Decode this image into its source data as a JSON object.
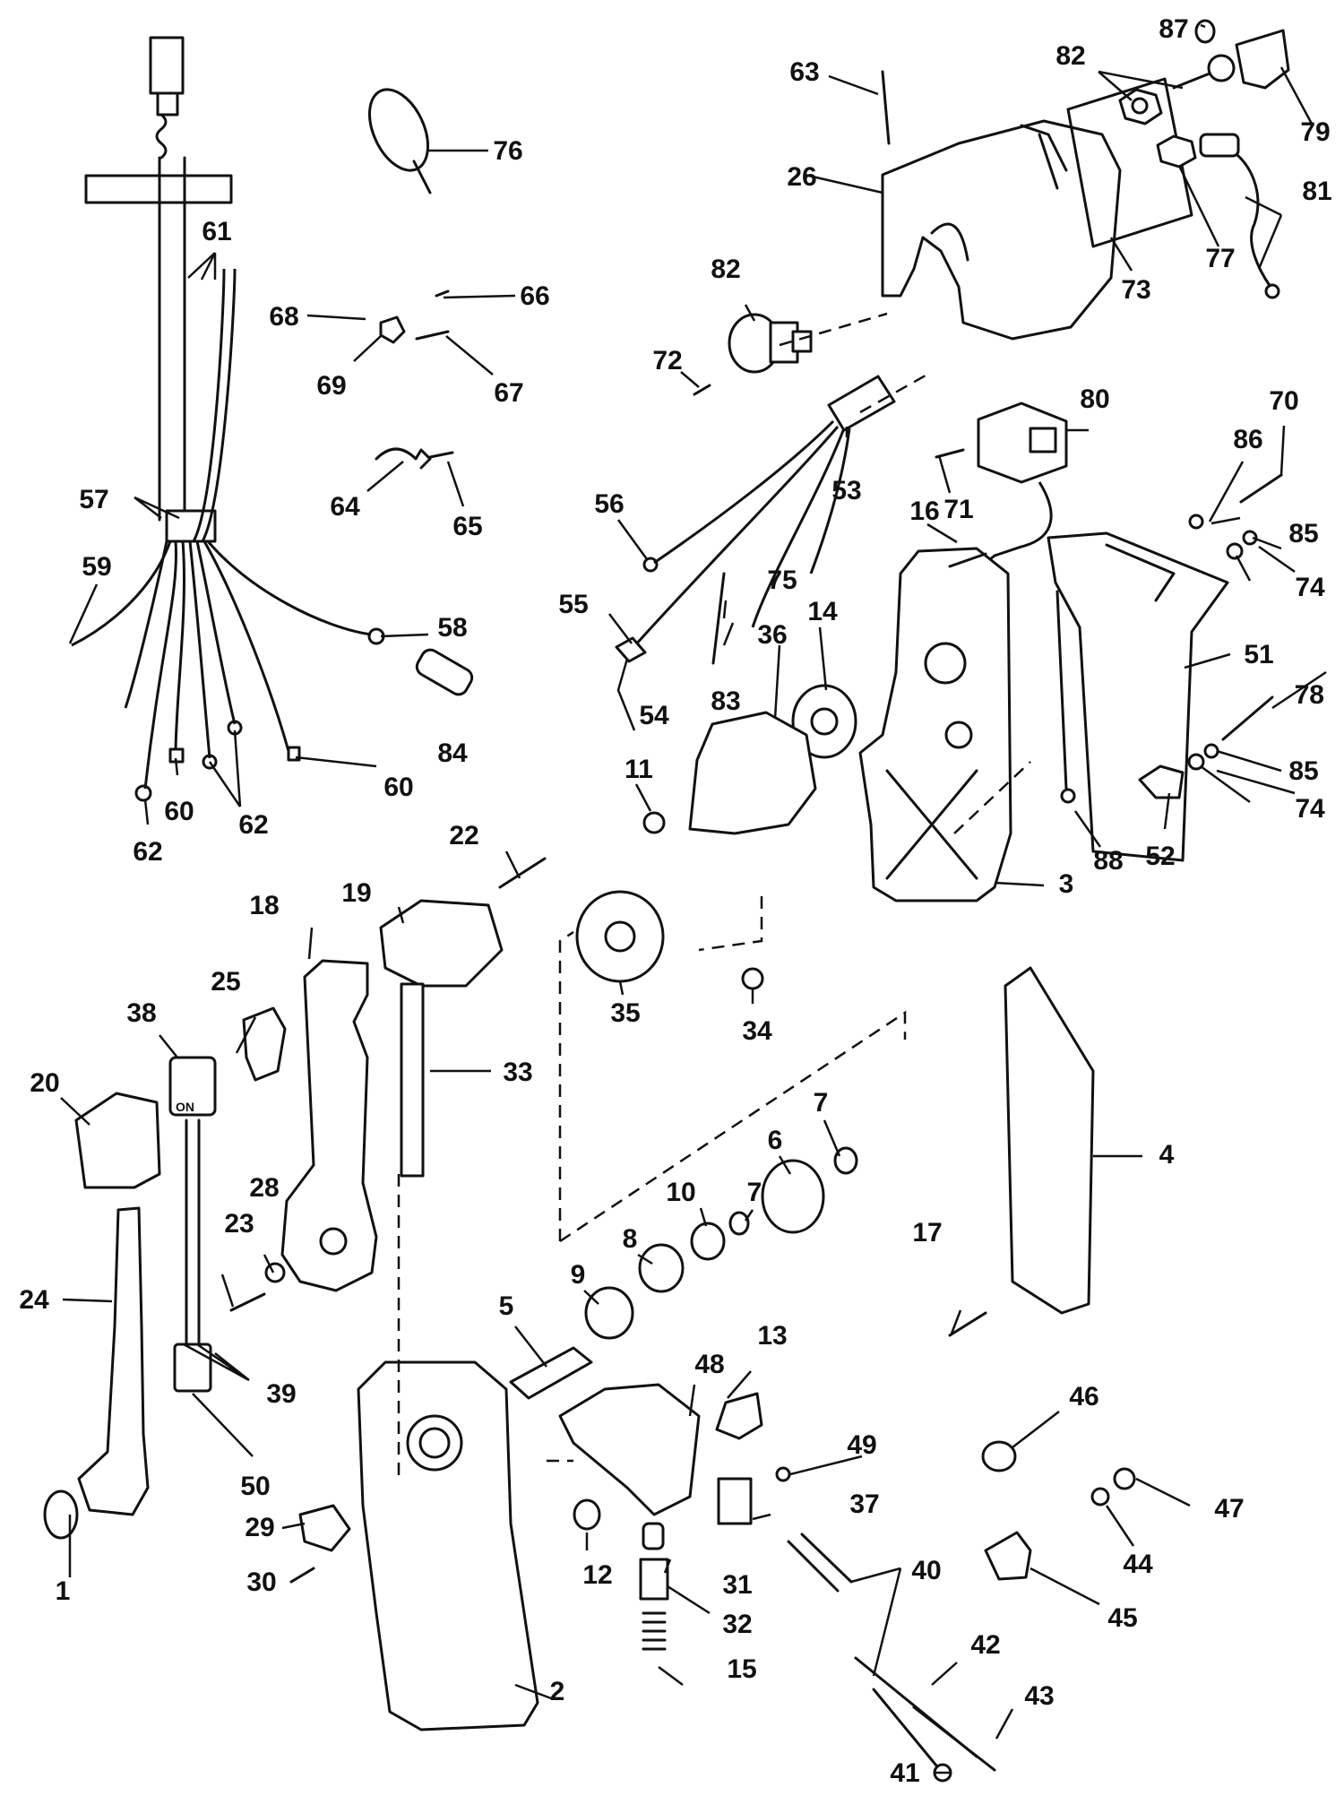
{
  "callouts": [
    {
      "id": "1",
      "text": "1"
    },
    {
      "id": "2",
      "text": "2"
    },
    {
      "id": "3",
      "text": "3"
    },
    {
      "id": "4",
      "text": "4"
    },
    {
      "id": "5",
      "text": "5"
    },
    {
      "id": "6",
      "text": "6"
    },
    {
      "id": "7a",
      "text": "7"
    },
    {
      "id": "7b",
      "text": "7"
    },
    {
      "id": "8",
      "text": "8"
    },
    {
      "id": "9",
      "text": "9"
    },
    {
      "id": "10",
      "text": "10"
    },
    {
      "id": "11",
      "text": "11"
    },
    {
      "id": "12",
      "text": "12"
    },
    {
      "id": "13",
      "text": "13"
    },
    {
      "id": "14",
      "text": "14"
    },
    {
      "id": "15",
      "text": "15"
    },
    {
      "id": "16",
      "text": "16"
    },
    {
      "id": "17",
      "text": "17"
    },
    {
      "id": "18",
      "text": "18"
    },
    {
      "id": "19",
      "text": "19"
    },
    {
      "id": "20",
      "text": "20"
    },
    {
      "id": "22",
      "text": "22"
    },
    {
      "id": "23",
      "text": "23"
    },
    {
      "id": "24",
      "text": "24"
    },
    {
      "id": "25",
      "text": "25"
    },
    {
      "id": "26",
      "text": "26"
    },
    {
      "id": "28",
      "text": "28"
    },
    {
      "id": "29",
      "text": "29"
    },
    {
      "id": "30",
      "text": "30"
    },
    {
      "id": "31",
      "text": "31"
    },
    {
      "id": "32",
      "text": "32"
    },
    {
      "id": "33",
      "text": "33"
    },
    {
      "id": "34",
      "text": "34"
    },
    {
      "id": "35",
      "text": "35"
    },
    {
      "id": "36",
      "text": "36"
    },
    {
      "id": "37",
      "text": "37"
    },
    {
      "id": "38",
      "text": "38"
    },
    {
      "id": "39",
      "text": "39"
    },
    {
      "id": "40",
      "text": "40"
    },
    {
      "id": "41",
      "text": "41"
    },
    {
      "id": "42",
      "text": "42"
    },
    {
      "id": "43",
      "text": "43"
    },
    {
      "id": "44",
      "text": "44"
    },
    {
      "id": "45",
      "text": "45"
    },
    {
      "id": "46",
      "text": "46"
    },
    {
      "id": "47",
      "text": "47"
    },
    {
      "id": "48",
      "text": "48"
    },
    {
      "id": "49",
      "text": "49"
    },
    {
      "id": "50",
      "text": "50"
    },
    {
      "id": "51",
      "text": "51"
    },
    {
      "id": "52",
      "text": "52"
    },
    {
      "id": "53",
      "text": "53"
    },
    {
      "id": "54",
      "text": "54"
    },
    {
      "id": "55",
      "text": "55"
    },
    {
      "id": "56",
      "text": "56"
    },
    {
      "id": "57",
      "text": "57"
    },
    {
      "id": "58",
      "text": "58"
    },
    {
      "id": "59",
      "text": "59"
    },
    {
      "id": "60a",
      "text": "60"
    },
    {
      "id": "60b",
      "text": "60"
    },
    {
      "id": "61",
      "text": "61"
    },
    {
      "id": "62a",
      "text": "62"
    },
    {
      "id": "62b",
      "text": "62"
    },
    {
      "id": "63",
      "text": "63"
    },
    {
      "id": "64",
      "text": "64"
    },
    {
      "id": "65",
      "text": "65"
    },
    {
      "id": "66",
      "text": "66"
    },
    {
      "id": "67",
      "text": "67"
    },
    {
      "id": "68",
      "text": "68"
    },
    {
      "id": "69",
      "text": "69"
    },
    {
      "id": "70",
      "text": "70"
    },
    {
      "id": "71",
      "text": "71"
    },
    {
      "id": "72",
      "text": "72"
    },
    {
      "id": "73",
      "text": "73"
    },
    {
      "id": "74a",
      "text": "74"
    },
    {
      "id": "74b",
      "text": "74"
    },
    {
      "id": "75",
      "text": "75"
    },
    {
      "id": "76",
      "text": "76"
    },
    {
      "id": "77",
      "text": "77"
    },
    {
      "id": "78",
      "text": "78"
    },
    {
      "id": "79",
      "text": "79"
    },
    {
      "id": "80",
      "text": "80"
    },
    {
      "id": "81",
      "text": "81"
    },
    {
      "id": "82a",
      "text": "82"
    },
    {
      "id": "82b",
      "text": "82"
    },
    {
      "id": "83",
      "text": "83"
    },
    {
      "id": "84",
      "text": "84"
    },
    {
      "id": "85a",
      "text": "85"
    },
    {
      "id": "85b",
      "text": "85"
    },
    {
      "id": "86",
      "text": "86"
    },
    {
      "id": "87",
      "text": "87"
    },
    {
      "id": "88",
      "text": "88"
    }
  ],
  "switch_label": "ON"
}
